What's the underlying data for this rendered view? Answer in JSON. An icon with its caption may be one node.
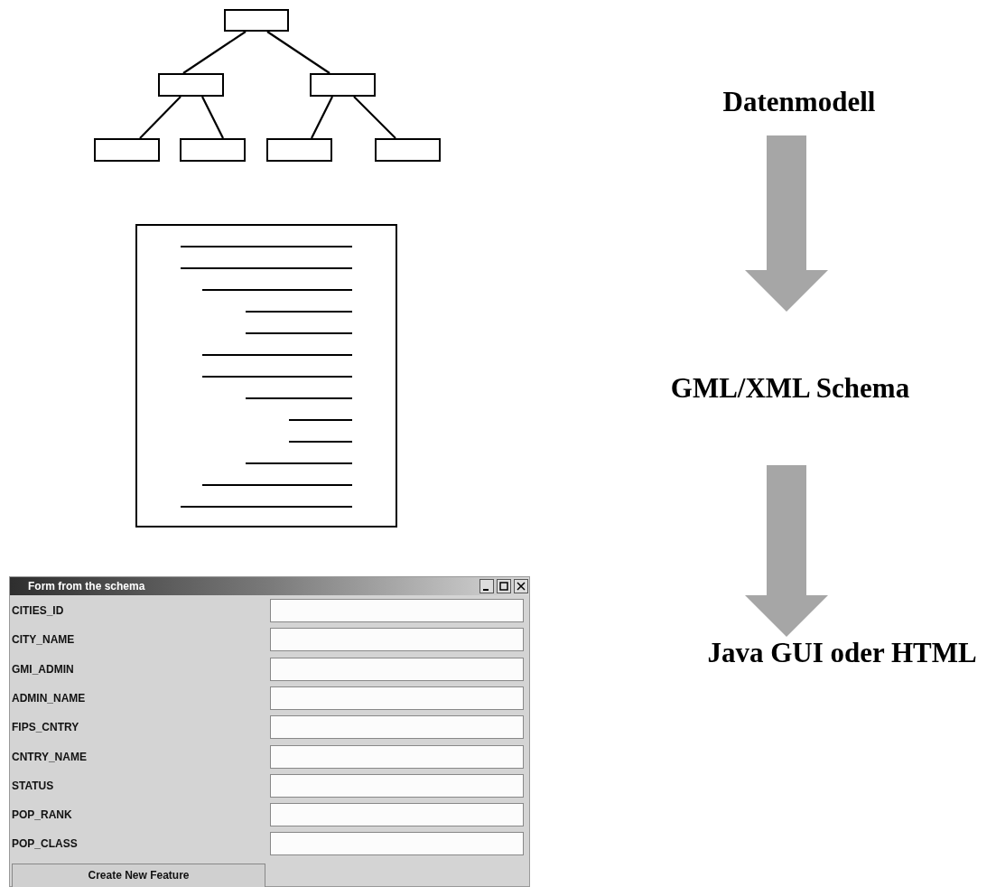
{
  "diagram": {
    "nodes": [
      {
        "text": [],
        "shape": "box"
      },
      {
        "text": [],
        "shape": "box"
      },
      {
        "text": [],
        "shape": "box"
      },
      {
        "text": [],
        "shape": "box"
      },
      {
        "text": [],
        "shape": "box"
      },
      {
        "text": [],
        "shape": "box"
      },
      {
        "text": [],
        "shape": "box"
      },
      {
        "text": [
          "Form from the schema",
          "CITIES_ID",
          "CITY_NAME",
          "GMI_ADMIN",
          "ADMIN_NAME",
          "FIPS_CNTRY",
          "CNTRY_NAME",
          "STATUS",
          "POP_RANK",
          "POP_CLASS",
          "Create New Feature"
        ]
      },
      {
        "text": [
          "Datenmodell"
        ]
      },
      {
        "text": [
          "GML/XML Schema"
        ]
      },
      {
        "text": [
          "Java GUI oder HTML"
        ]
      }
    ],
    "edges": [
      {
        "from": 0,
        "to": 1,
        "arrow": "none"
      },
      {
        "from": 0,
        "to": 2,
        "arrow": "none"
      },
      {
        "from": 1,
        "to": 3,
        "arrow": "none"
      },
      {
        "from": 1,
        "to": 4,
        "arrow": "none"
      },
      {
        "from": 2,
        "to": 5,
        "arrow": "none"
      },
      {
        "from": 2,
        "to": 6,
        "arrow": "none"
      },
      {
        "from": 8,
        "to": 9,
        "arrow": "to",
        "style": "thick",
        "color": "#a6a6a6"
      },
      {
        "from": 9,
        "to": 10,
        "arrow": "to",
        "style": "thick",
        "color": "#a6a6a6"
      }
    ]
  }
}
